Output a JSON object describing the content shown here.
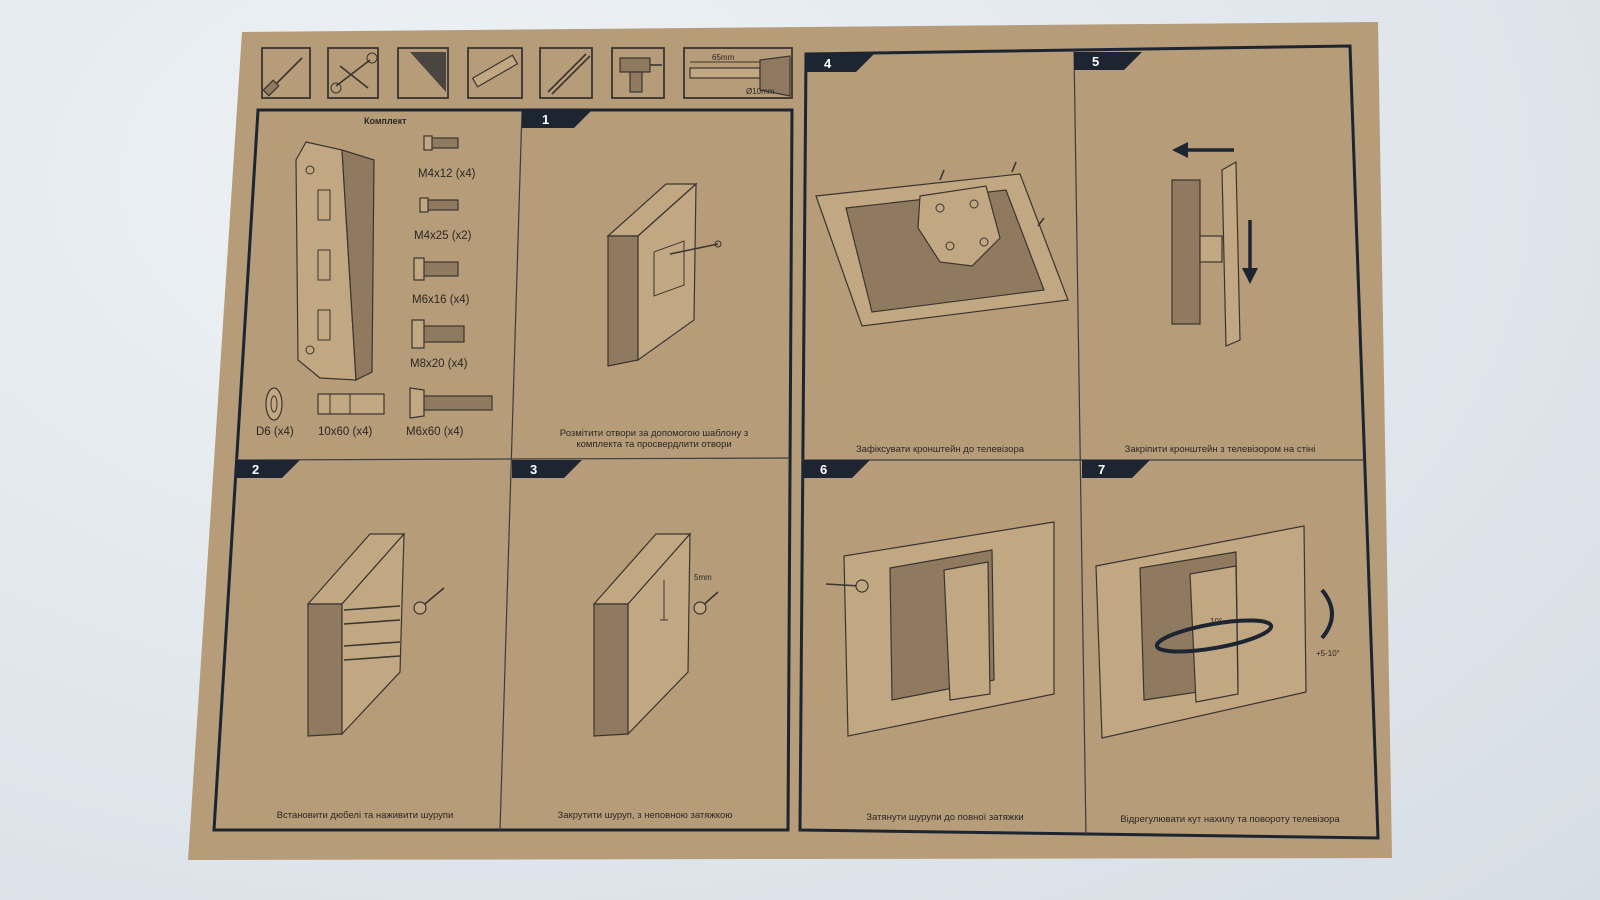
{
  "kit": {
    "title": "Комплект",
    "parts": [
      {
        "label": "M4x12 (x4)"
      },
      {
        "label": "M4x25 (x2)"
      },
      {
        "label": "M6x16 (x4)"
      },
      {
        "label": "M8x20 (x4)"
      },
      {
        "label": "D6 (x4)"
      },
      {
        "label": "10x60 (x4)"
      },
      {
        "label": "M6x60 (x4)"
      }
    ]
  },
  "tools": [
    {
      "icon": "screwdriver-icon"
    },
    {
      "icon": "wrench-icon"
    },
    {
      "icon": "level-icon"
    },
    {
      "icon": "spirit-level-icon"
    },
    {
      "icon": "pencil-icon"
    },
    {
      "icon": "drill-icon"
    },
    {
      "icon": "drill-bit-icon"
    }
  ],
  "steps": [
    {
      "number": "1",
      "caption": "Розмітити отвори за допомогою шаблону з комплекта та просвердлити отвори"
    },
    {
      "number": "2",
      "caption": "Встановити дюбелі та наживити шурупи"
    },
    {
      "number": "3",
      "caption": "Закрутити шуруп, з неповною затяжкою"
    },
    {
      "number": "4",
      "caption": "Зафіксувати кронштейн до телевізора"
    },
    {
      "number": "5",
      "caption": "Закріпити кронштейн з телевізором на стіні"
    },
    {
      "number": "6",
      "caption": "Затянути шурупи до повної затяжки"
    },
    {
      "number": "7",
      "caption": "Відрегулювати кут нахилу та повороту телевізора"
    }
  ],
  "annotations": {
    "gap": "5mm",
    "swivel": "10°",
    "tilt": "+5-10°",
    "bit_len": "65mm",
    "bit_dia": "Ø10mm"
  }
}
